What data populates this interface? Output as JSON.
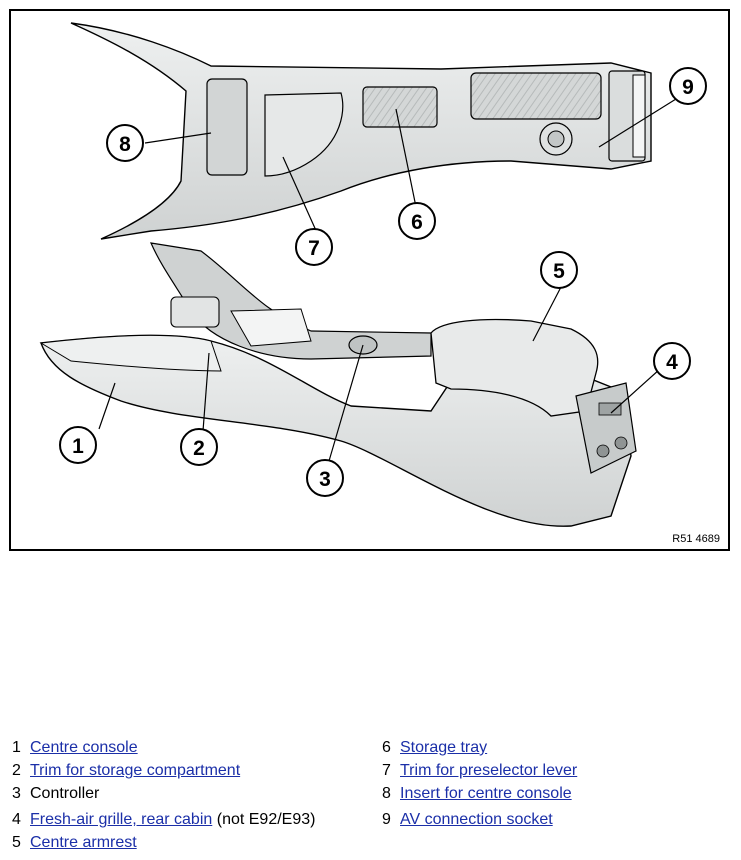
{
  "figure": {
    "reference": "R51 4689",
    "callouts": [
      "1",
      "2",
      "3",
      "4",
      "5",
      "6",
      "7",
      "8",
      "9"
    ]
  },
  "legend": {
    "items": [
      {
        "num": "1",
        "label": "Centre console",
        "link": true,
        "note": ""
      },
      {
        "num": "2",
        "label": "Trim for storage compartment",
        "link": true,
        "note": ""
      },
      {
        "num": "3",
        "label": "Controller",
        "link": false,
        "note": ""
      },
      {
        "num": "4",
        "label": "Fresh-air grille, rear cabin",
        "link": true,
        "note": "(not E92/E93)"
      },
      {
        "num": "5",
        "label": "Centre armrest",
        "link": true,
        "note": ""
      },
      {
        "num": "6",
        "label": "Storage tray",
        "link": true,
        "note": ""
      },
      {
        "num": "7",
        "label": "Trim for preselector lever",
        "link": true,
        "note": ""
      },
      {
        "num": "8",
        "label": "Insert for centre console",
        "link": true,
        "note": ""
      },
      {
        "num": "9",
        "label": "AV connection socket",
        "link": true,
        "note": ""
      }
    ]
  },
  "colors": {
    "link": "#1b2fa8",
    "part_fill": "#e4e6e6",
    "part_shade": "#c9cccc",
    "outline": "#000000"
  }
}
